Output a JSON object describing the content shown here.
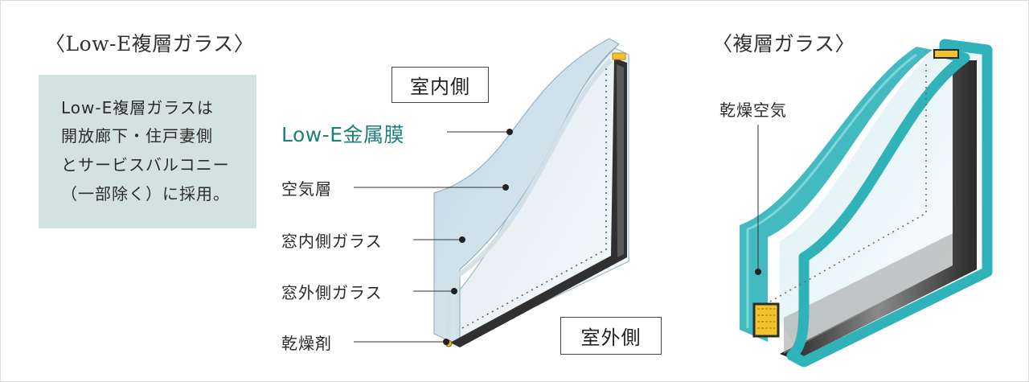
{
  "left_figure": {
    "heading": "〈Low-E複層ガラス〉",
    "note_lines": [
      "Low-E複層ガラスは",
      "開放廊下・住戸妻側",
      "とサービスバルコニー",
      "（一部除く）に採用。"
    ],
    "indoor_label": "室内側",
    "outdoor_label": "室外側",
    "callouts": {
      "lowe_film": "Low-E金属膜",
      "air_layer": "空気層",
      "inner_glass": "窓内側ガラス",
      "outer_glass": "窓外側ガラス",
      "desiccant": "乾燥剤"
    }
  },
  "right_figure": {
    "heading": "〈複層ガラス〉",
    "callout_dry_air": "乾燥空気"
  },
  "colors": {
    "accent_text": "#1e7f7b",
    "note_background": "#d3e2e0",
    "glass_edge_teal": "#2fb2b8",
    "spacer_dark": "#2b2b2b",
    "desiccant_yellow": "#f2c12e"
  }
}
